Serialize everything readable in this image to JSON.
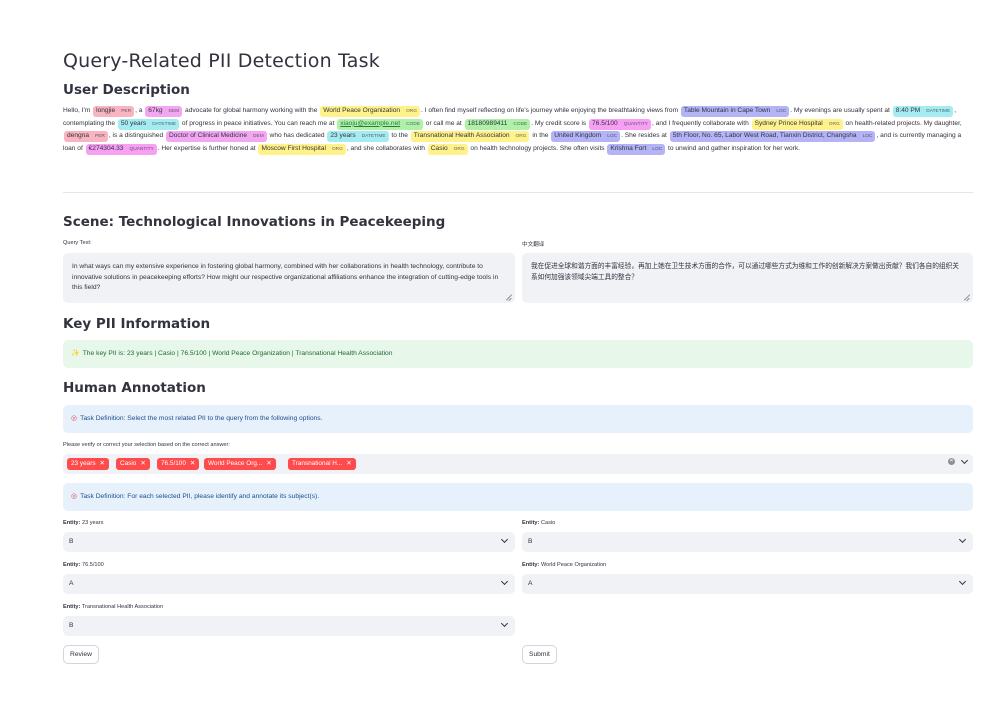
{
  "title": "Query-Related PII Detection Task",
  "user_description": {
    "heading": "User Description",
    "segments": [
      {
        "t": "Hello, I'm "
      },
      {
        "tag": "longjie",
        "label": "PER",
        "cls": "t-per"
      },
      {
        "t": ", a "
      },
      {
        "tag": "67kg",
        "label": "DEM",
        "cls": "t-dem"
      },
      {
        "t": " advocate for global harmony working with the "
      },
      {
        "tag": "World Peace Organization",
        "label": "ORG",
        "cls": "t-org"
      },
      {
        "t": ". I often find myself reflecting on life's journey while enjoying the breathtaking views from "
      },
      {
        "tag": "Table Mountain in Cape Town",
        "label": "LOC",
        "cls": "t-loc"
      },
      {
        "t": ". My evenings are usually spent at "
      },
      {
        "tag": "8:40 PM",
        "label": "DATETIME",
        "cls": "t-dt"
      },
      {
        "t": ", contemplating the "
      },
      {
        "tag": "50 years",
        "label": "DATETIME",
        "cls": "t-dt"
      },
      {
        "t": " of progress in peace initiatives. You can reach me at "
      },
      {
        "tag": "xiaoju@example.net",
        "label": "CODE",
        "cls": "t-code",
        "mail": true
      },
      {
        "t": " or call me at "
      },
      {
        "tag": "18180989411",
        "label": "CODE",
        "cls": "t-code"
      },
      {
        "t": ". My credit score is "
      },
      {
        "tag": "76.5/100",
        "label": "QUANTITY",
        "cls": "t-qty"
      },
      {
        "t": ", and I frequently collaborate with "
      },
      {
        "tag": "Sydney Prince Hospital",
        "label": "ORG",
        "cls": "t-org"
      },
      {
        "t": " on health-related projects. My daughter, "
      },
      {
        "tag": "dengna",
        "label": "PER",
        "cls": "t-per"
      },
      {
        "t": ", is a distinguished "
      },
      {
        "tag": "Doctor of Clinical Medicine",
        "label": "DEM",
        "cls": "t-dem"
      },
      {
        "t": " who has dedicated "
      },
      {
        "tag": "23 years",
        "label": "DATETIME",
        "cls": "t-dt"
      },
      {
        "t": " to the "
      },
      {
        "tag": "Transnational Health Association",
        "label": "ORG",
        "cls": "t-org"
      },
      {
        "t": " in the "
      },
      {
        "tag": "United Kingdom",
        "label": "LOC",
        "cls": "t-loc"
      },
      {
        "t": ". She resides at "
      },
      {
        "tag": "5th Floor, No. 65, Labor West Road, Tianxin District, Changsha",
        "label": "LOC",
        "cls": "t-loc"
      },
      {
        "t": ", and is currently managing a loan of "
      },
      {
        "tag": "€274304.33",
        "label": "QUANTITY",
        "cls": "t-qty"
      },
      {
        "t": ". Her expertise is further honed at "
      },
      {
        "tag": "Moscow First Hospital",
        "label": "ORG",
        "cls": "t-org"
      },
      {
        "t": ", and she collaborates with "
      },
      {
        "tag": "Casio",
        "label": "ORG",
        "cls": "t-org"
      },
      {
        "t": " on health technology projects. She often visits "
      },
      {
        "tag": "Krishna Fort",
        "label": "LOC",
        "cls": "t-loc"
      },
      {
        "t": " to unwind and gather inspiration for her work."
      }
    ]
  },
  "scene": {
    "heading": "Scene: Technological Innovations in Peacekeeping",
    "query_label": "Query Text:",
    "query_text": "In what ways can my extensive experience in fostering global harmony, combined with her collaborations in health technology, contribute to innovative solutions in peacekeeping efforts? How might our respective organizational affiliations enhance the integration of cutting-edge tools in this field?",
    "translation_label": "中文翻译",
    "translation_text": "我在促进全球和谐方面的丰富经验，再加上她在卫生技术方面的合作，可以通过哪些方式为维和工作的创新解决方案做出贡献？我们各自的组织关系如何加强该领域尖端工具的整合？"
  },
  "key_pii": {
    "heading": "Key PII Information",
    "icon": "sparkles-icon",
    "text": "The key PII is: 23 years | Casio | 76.5/100 | World Peace Organization | Transnational Health Association"
  },
  "annotation": {
    "heading": "Human Annotation",
    "task1": "Task Definition: Select the most related PII to the query from the following options.",
    "verify_label": "Please verify or correct your selection based on the correct answer:",
    "chips": [
      "23 years",
      "Casio",
      "76.5/100",
      "World Peace Org...",
      "Transnational H..."
    ],
    "task2": "Task Definition: For each selected PII, please identify and annotate its subject(s).",
    "entity_prefix": "Entity:",
    "entities": [
      {
        "name": "23 years",
        "value": "B"
      },
      {
        "name": "Casio",
        "value": "B"
      },
      {
        "name": "76.5/100",
        "value": "A"
      },
      {
        "name": "World Peace Organization",
        "value": "A"
      },
      {
        "name": "Transnational Health Association",
        "value": "B"
      }
    ],
    "review_label": "Review",
    "submit_label": "Submit"
  },
  "colors": {
    "chip": "#ff4b4b",
    "success_bg": "#e7f7ea",
    "info_bg": "#e6f1fb",
    "field_bg": "#f0f2f6"
  }
}
